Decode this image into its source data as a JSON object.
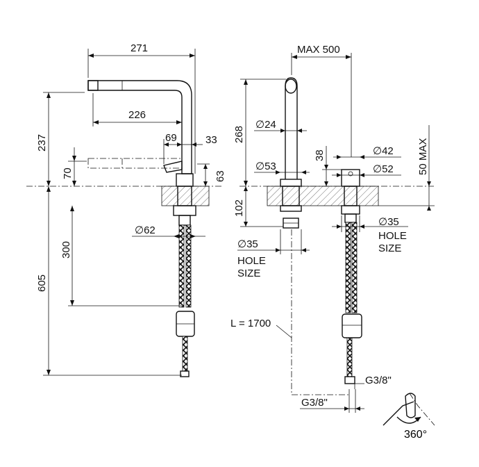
{
  "dimensions": {
    "spout_reach": "271",
    "spout_to_body": "226",
    "body_offset": "69",
    "body_width": "33",
    "total_height_above": "237",
    "pullout_height": "70",
    "lever_height": "63",
    "below_counter": "605",
    "hose_length_upper": "300",
    "shank_diameter": "62",
    "max_extension": "MAX 500",
    "spout_height": "268",
    "spout_diameter": "24",
    "base_diameter": "53",
    "control_height": "38",
    "control_diameter_top": "42",
    "control_diameter_base": "52",
    "counter_thickness_max": "50 MAX",
    "counter_depth": "102",
    "hole_left_diameter": "35",
    "hole_left_label_1": "HOLE",
    "hole_left_label_2": "SIZE",
    "hole_right_diameter": "35",
    "hole_right_label_1": "HOLE",
    "hole_right_label_2": "SIZE",
    "hose_length": "L = 1700",
    "thread_right": "G3/8\"",
    "thread_bottom": "G3/8\"",
    "rotation": "360°"
  },
  "symbols": {
    "diameter": "∅"
  }
}
